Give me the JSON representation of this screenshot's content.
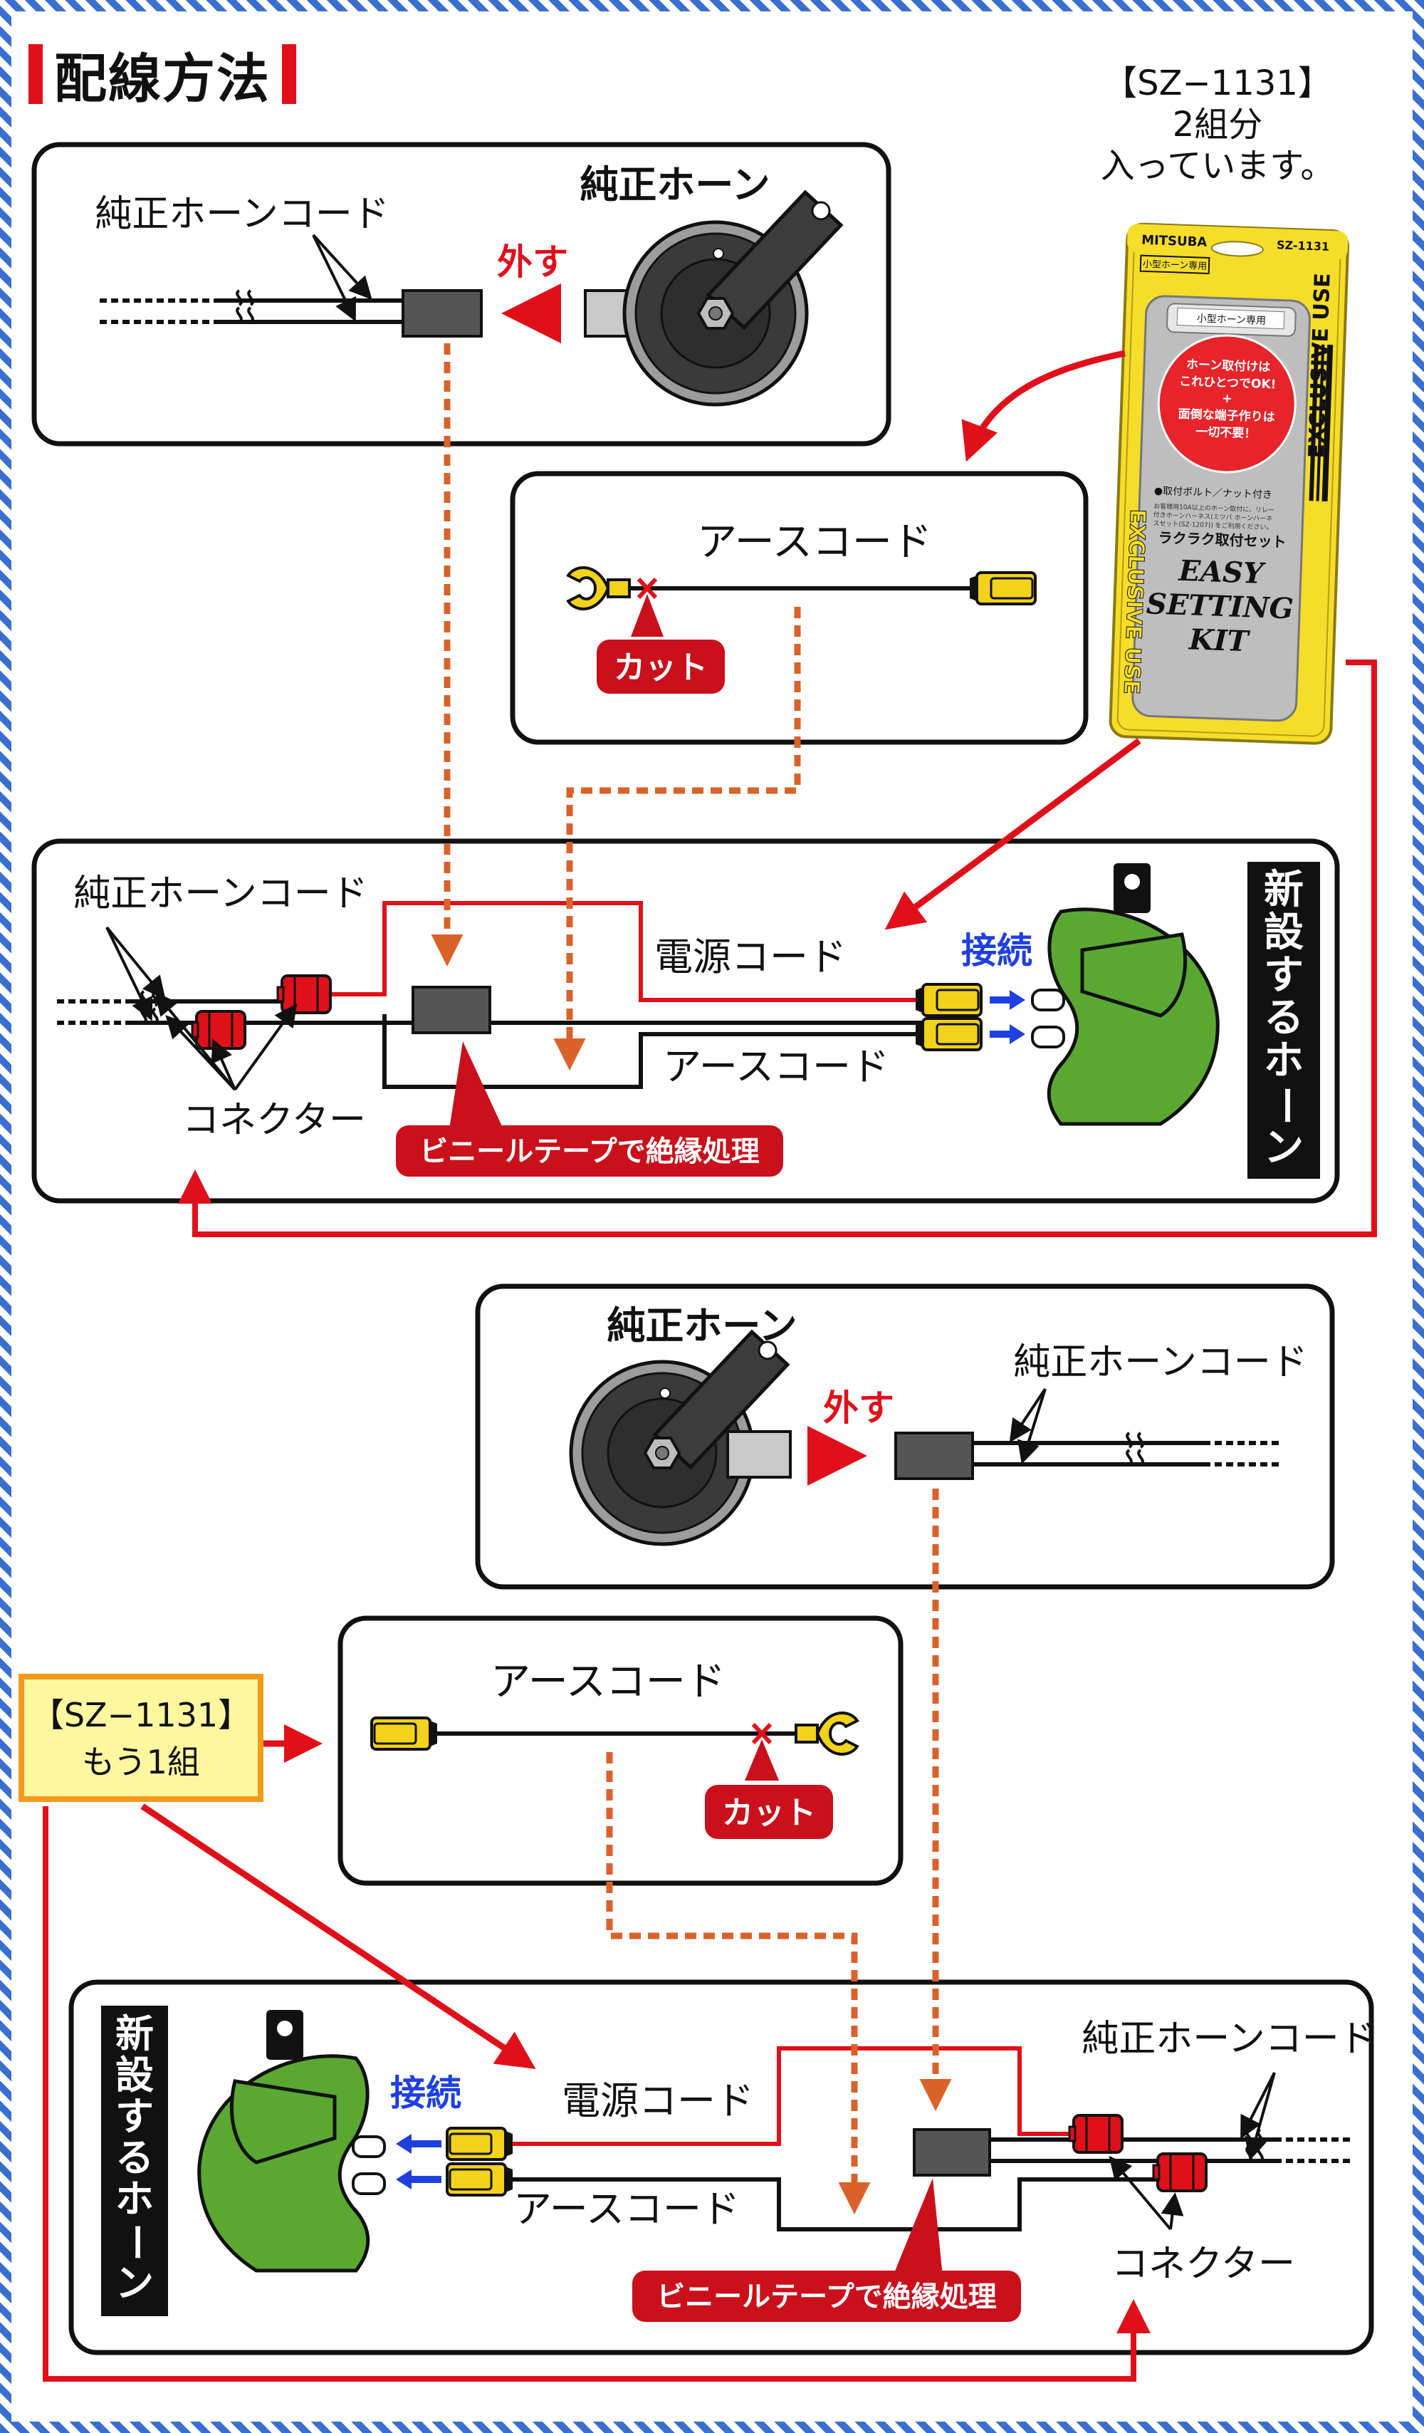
{
  "title": "配線方法",
  "kit": {
    "model": "【SZ−1131】",
    "note_line1": "2組分",
    "note_line2": "入っています。"
  },
  "package": {
    "brand": "MITSUBA",
    "code": "SZ-1131",
    "tag": "小型ホーン専用",
    "sticker": [
      "ホーン取付けは",
      "これひとつでOK!",
      "+",
      "面倒な端子作りは",
      "一切不要！"
    ],
    "bolt_note": "●取付ボルト／ナット付き",
    "small_text": [
      "お客様用10A以上のホーン取付に、リレー",
      "付きホーンハーネス(ミツバ ホーンハーネ",
      "スセット(SZ-1207)) をご利用ください。"
    ],
    "name_jp": "ラクラク取付セット",
    "name_en": [
      "EASY",
      "SETTING",
      "KIT"
    ],
    "side_text": "EXCLUSIVE USE"
  },
  "labels": {
    "oem_horn": "純正ホーン",
    "oem_cord": "純正ホーンコード",
    "remove": "外す",
    "earth_cord": "アースコード",
    "cut": "カット",
    "power_cord": "電源コード",
    "connect": "接続",
    "connector": "コネクター",
    "insulate": "ビニールテープで絶縁処理",
    "new_horn": [
      "新",
      "設",
      "す",
      "る",
      "ホ",
      "ー",
      "ン"
    ]
  },
  "second_set": {
    "line1": "【SZ−1131】",
    "line2": "もう1組"
  },
  "colors": {
    "red": "#e0101b",
    "orange": "#d9622b",
    "green": "#5aa832",
    "blue": "#1f3fe0",
    "yellow": "#f2d21a",
    "gray": "#555555"
  }
}
